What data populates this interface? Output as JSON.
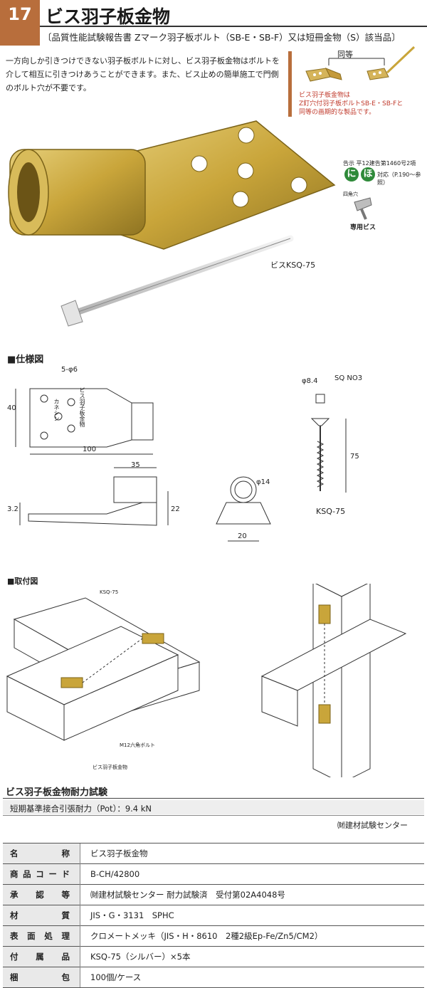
{
  "header": {
    "number": "17",
    "title": "ビス羽子板金物",
    "subtitle": "〔品質性能試験報告書 Zマーク羽子板ボルト（SB-E・SB-F）又は短冊金物（S）該当品〕"
  },
  "intro": "一方向しか引きつけできない羽子板ボルトに対し、ビス羽子板金物はボルトを介して相互に引きつけあうことができます。また、ビス止めの簡単施工で門側のボルト穴が不要です。",
  "side": {
    "same_label": "同等",
    "note_lines": [
      "ビス羽子板金物は",
      "Z釘穴付羽子板ボルトSB-E・SB-Fと",
      "同等の画期的な製品です。"
    ]
  },
  "badges": {
    "kokuji": "告示 平12建告第1460号2項",
    "ni": "に",
    "ho": "ほ",
    "taio": "対応（P.190～参照）",
    "shikakuana": "四角穴",
    "senyo": "専用ビス"
  },
  "screw_label": "ビスKSQ-75",
  "spec_section": {
    "heading": "■仕様図",
    "holes": "5-φ6",
    "dim_40": "40",
    "dim_100": "100",
    "dim_35": "35",
    "dim_3_2": "3.2",
    "dim_22": "22",
    "dim_14": "φ14",
    "dim_20": "20",
    "dim_8_4": "φ8.4",
    "sq": "SQ NO3",
    "dim_75": "75",
    "ksq": "KSQ-75",
    "plate_mark_1": "カネシン",
    "plate_mark_2": "ビス羽子板金物"
  },
  "mount_section": {
    "heading": "■取付図",
    "label_ksq": "KSQ-75",
    "label_bolt": "M12六角ボルト",
    "label_metal": "ビス羽子板金物"
  },
  "test": {
    "title": "ビス羽子板金物耐力試験",
    "value": "短期基準接合引張耐力（Pot）：9.4 kN",
    "org": "㈶建材試験センター"
  },
  "spec_table": [
    {
      "key": "名称",
      "value": "ビス羽子板金物"
    },
    {
      "key": "商品コード",
      "value": "B-CH/42800"
    },
    {
      "key": "承認等",
      "value": "㈶建材試験センター 耐力試験済　受付第02A4048号"
    },
    {
      "key": "材質",
      "value": "JIS・G・3131　SPHC"
    },
    {
      "key": "表面処理",
      "value": "クロメートメッキ（JIS・H・8610　2種2級Ep-Fe/Zn5/CM2）"
    },
    {
      "key": "付属品",
      "value": "KSQ-75（シルバー）×5本"
    },
    {
      "key": "梱包",
      "value": "100個/ケース"
    }
  ],
  "colors": {
    "accent": "#b86e3c",
    "gold": "#c9a53a",
    "badge_green": "#2f8a3a",
    "note_red": "#c0392b"
  }
}
